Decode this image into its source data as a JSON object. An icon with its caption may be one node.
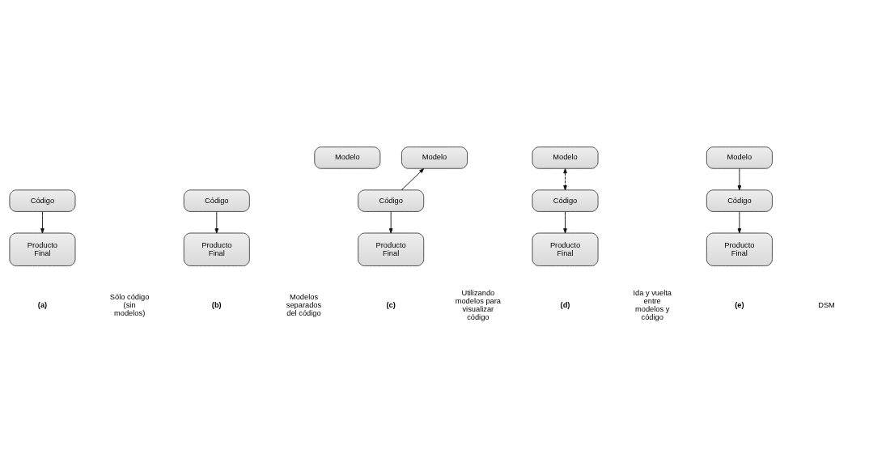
{
  "diagram": {
    "nodes": [
      {
        "text": [
          "Código"
        ]
      },
      {
        "text": [
          "Producto Final"
        ]
      },
      {
        "text": [
          "Modelo"
        ]
      },
      {
        "text": [
          "Código"
        ]
      },
      {
        "text": [
          "Producto Final"
        ]
      },
      {
        "text": [
          "Modelo"
        ]
      },
      {
        "text": [
          "Código"
        ]
      },
      {
        "text": [
          "Producto Final"
        ]
      },
      {
        "text": [
          "Modelo"
        ]
      },
      {
        "text": [
          "Código"
        ]
      },
      {
        "text": [
          "Producto Final"
        ]
      },
      {
        "text": [
          "Modelo"
        ]
      },
      {
        "text": [
          "Código"
        ]
      },
      {
        "text": [
          "Producto Final"
        ]
      }
    ],
    "edges": [
      {
        "from": 0,
        "to": 1,
        "arrow": "to"
      },
      {
        "from": 3,
        "to": 4,
        "arrow": "to"
      },
      {
        "from": 6,
        "to": 5,
        "arrow": "to"
      },
      {
        "from": 6,
        "to": 7,
        "arrow": "to"
      },
      {
        "from": 8,
        "to": 9,
        "arrow": "both",
        "style": "dashed"
      },
      {
        "from": 9,
        "to": 10,
        "arrow": "to"
      },
      {
        "from": 11,
        "to": 12,
        "arrow": "to"
      },
      {
        "from": 12,
        "to": 13,
        "arrow": "to"
      }
    ],
    "labels": [
      "(a)",
      "Sólo código (sin modelos)",
      "(b)",
      "Modelos separados del código",
      "(c)",
      "Utilizando modelos para visualizar código",
      "(d)",
      "Ida y vuelta entre modelos y código",
      "(e)",
      "DSM"
    ]
  }
}
